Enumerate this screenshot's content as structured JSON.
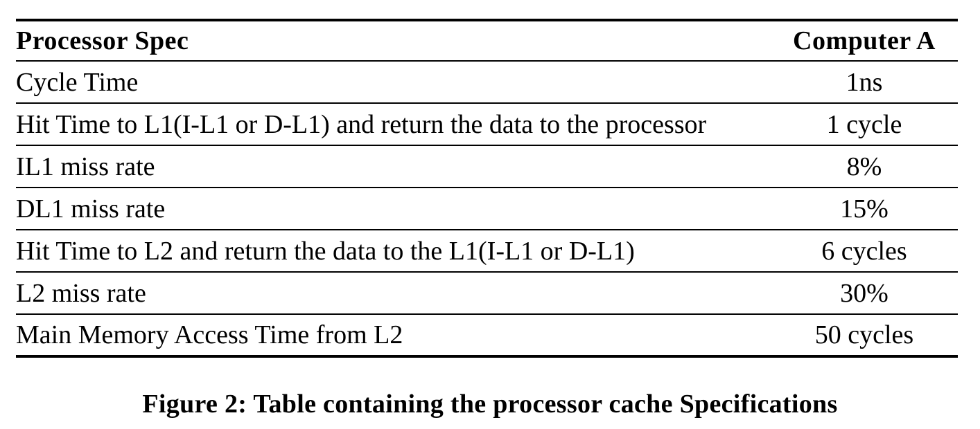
{
  "figure": {
    "caption": "Figure 2: Table containing the processor cache Specifications"
  },
  "table": {
    "columns": [
      "Processor Spec",
      "Computer A"
    ],
    "rows": [
      {
        "spec": "Cycle Time",
        "value": "1ns"
      },
      {
        "spec": "Hit Time to L1(I-L1 or D-L1) and return the data to the processor",
        "value": "1 cycle"
      },
      {
        "spec": "IL1 miss rate",
        "value": "8%"
      },
      {
        "spec": "DL1 miss rate",
        "value": "15%"
      },
      {
        "spec": "Hit Time to L2 and return the data to the L1(I-L1 or D-L1)",
        "value": "6 cycles"
      },
      {
        "spec": "L2 miss rate",
        "value": "30%"
      },
      {
        "spec": "Main Memory Access Time from L2",
        "value": "50 cycles"
      }
    ]
  },
  "colors": {
    "text": "#000000",
    "background": "#ffffff",
    "rule": "#000000"
  }
}
